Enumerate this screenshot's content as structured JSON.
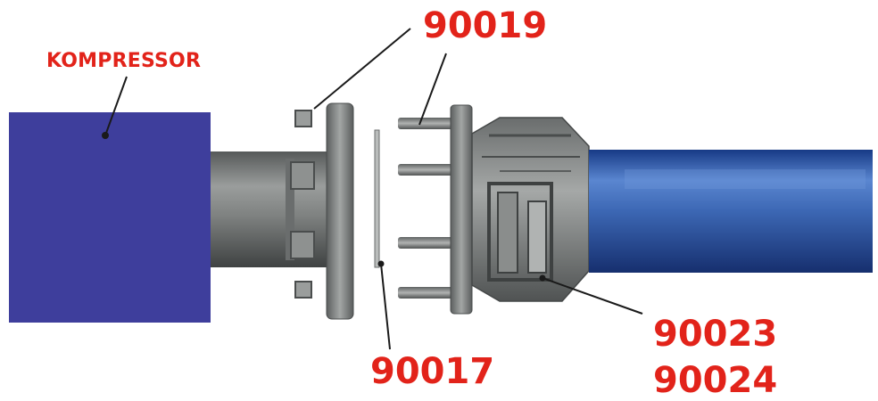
{
  "colors": {
    "label": "#e2231a",
    "compressor_block": "#3e3e9c",
    "hose": "#2b54a3",
    "metal": "#7a7d7d",
    "leader_line": "#1a1a1a"
  },
  "labels": {
    "kompressor": "KOMPRESSOR",
    "part_90019": "90019",
    "part_90017": "90017",
    "part_90023": "90023",
    "part_90024": "90024"
  }
}
